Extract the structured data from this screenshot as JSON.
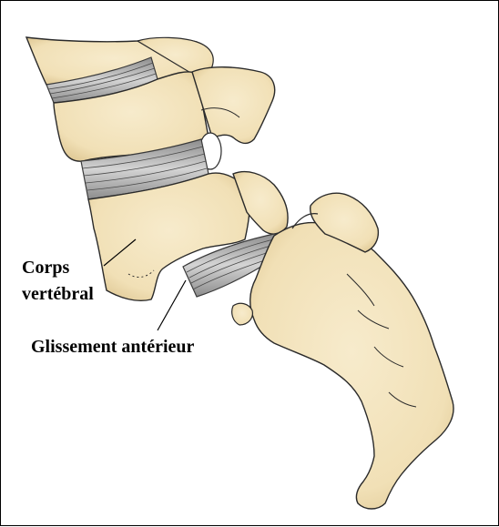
{
  "labels": {
    "corps_line1": "Corps",
    "corps_line2": "vertébral",
    "glissement": "Glissement antérieur"
  },
  "colors": {
    "bone": "#f3e4bf",
    "bone_shadow": "#e2cd9c",
    "disc": "#b9b9b9",
    "disc_line": "#5d5d5d",
    "outline": "#2a2a2a",
    "text": "#000000"
  }
}
